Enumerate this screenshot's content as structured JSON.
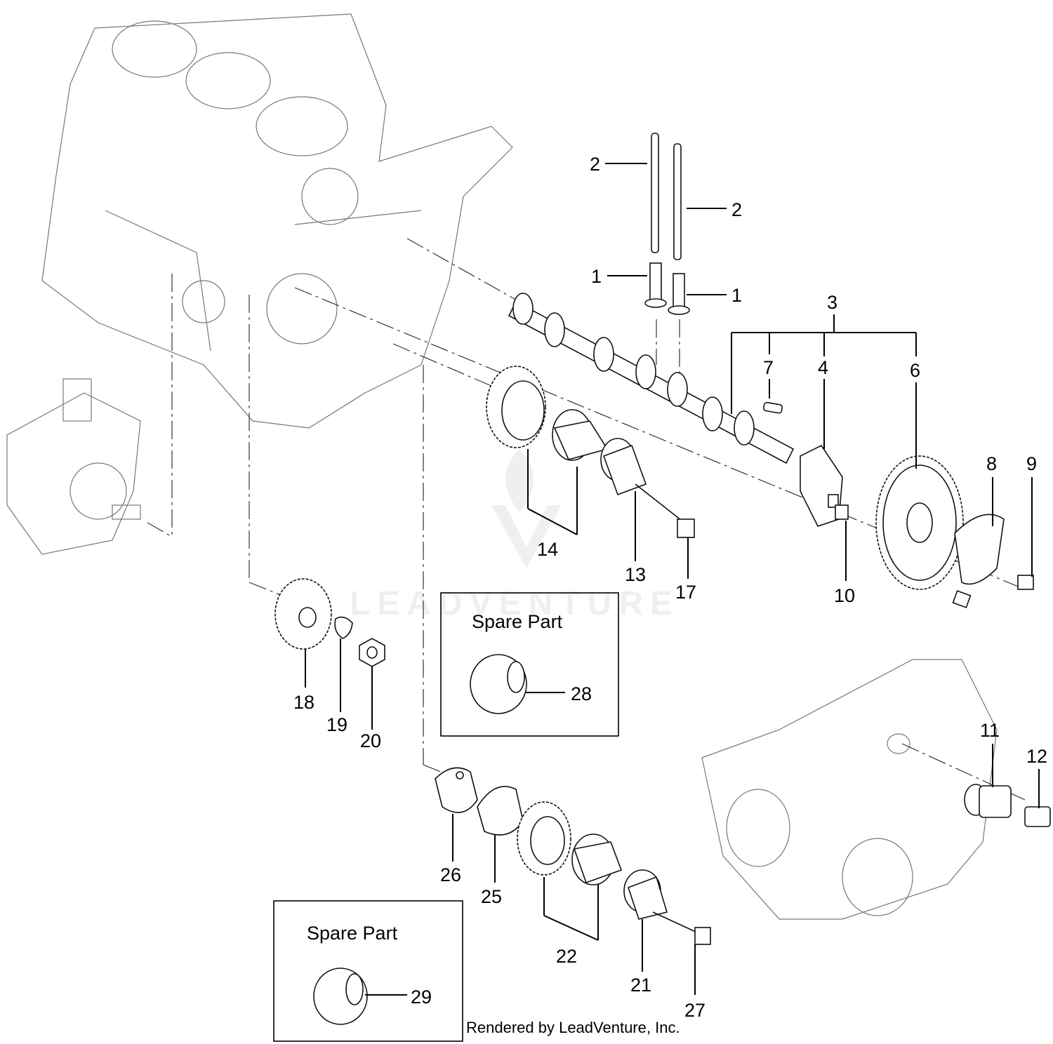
{
  "watermark": "LEADVENTURE",
  "credit": "Rendered by LeadVenture, Inc.",
  "spare_boxes": [
    {
      "title": "Spare Part",
      "callout": "28"
    },
    {
      "title": "Spare Part",
      "callout": "29"
    }
  ],
  "callouts": [
    "2",
    "2",
    "1",
    "1",
    "3",
    "7",
    "4",
    "6",
    "8",
    "9",
    "14",
    "13",
    "17",
    "10",
    "18",
    "19",
    "20",
    "11",
    "12",
    "26",
    "25",
    "22",
    "21",
    "27"
  ]
}
